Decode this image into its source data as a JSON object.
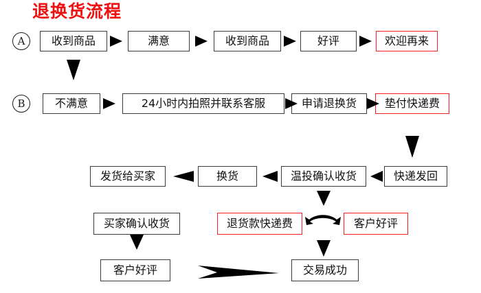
{
  "diagram": {
    "title": "退换货流程",
    "title_color": "#ee1111",
    "row_labels": [
      {
        "id": "row-a",
        "label": "A"
      },
      {
        "id": "row-b",
        "label": "B"
      }
    ],
    "nodes": [
      {
        "id": "a1",
        "label": "收到商品",
        "style": "black"
      },
      {
        "id": "a2",
        "label": "满意",
        "style": "black"
      },
      {
        "id": "a3",
        "label": "收到商品",
        "style": "black"
      },
      {
        "id": "a4",
        "label": "好评",
        "style": "black"
      },
      {
        "id": "a5",
        "label": "欢迎再来",
        "style": "red"
      },
      {
        "id": "b1",
        "label": "不满意",
        "style": "black"
      },
      {
        "id": "b2",
        "label": "24小时内拍照并联系客服",
        "style": "black"
      },
      {
        "id": "b3",
        "label": "申请退换货",
        "style": "black"
      },
      {
        "id": "b4",
        "label": "垫付快递费",
        "style": "red"
      },
      {
        "id": "c1",
        "label": "发货给买家",
        "style": "black"
      },
      {
        "id": "c2",
        "label": "换货",
        "style": "black"
      },
      {
        "id": "c3",
        "label": "温投确认收货",
        "style": "black"
      },
      {
        "id": "c4",
        "label": "快递发回",
        "style": "black"
      },
      {
        "id": "d1",
        "label": "买家确认收货",
        "style": "black"
      },
      {
        "id": "d2",
        "label": "退货款快递费",
        "style": "red"
      },
      {
        "id": "d3",
        "label": "客户好评",
        "style": "red"
      },
      {
        "id": "e1",
        "label": "客户好评",
        "style": "black"
      },
      {
        "id": "e2",
        "label": "交易成功",
        "style": "black"
      }
    ],
    "connectors": [
      {
        "id": "a1-a2",
        "kind": "arrow-right"
      },
      {
        "id": "a2-a3",
        "kind": "arrow-right"
      },
      {
        "id": "a3-a4",
        "kind": "arrow-right"
      },
      {
        "id": "a4-a5",
        "kind": "arrow-right"
      },
      {
        "id": "a1-b1",
        "kind": "arrow-down"
      },
      {
        "id": "b1-b2",
        "kind": "arrow-right"
      },
      {
        "id": "b2-b3",
        "kind": "arrow-right"
      },
      {
        "id": "b3-b4",
        "kind": "arrow-right"
      },
      {
        "id": "b4-c4",
        "kind": "arrow-down"
      },
      {
        "id": "c4-c3",
        "kind": "arrow-left"
      },
      {
        "id": "c3-c2",
        "kind": "arrow-left"
      },
      {
        "id": "c2-c1",
        "kind": "arrow-left"
      },
      {
        "id": "c3-mid",
        "kind": "arrow-down"
      },
      {
        "id": "d2-d3",
        "kind": "double-curve"
      },
      {
        "id": "mid-e2",
        "kind": "arrow-down"
      },
      {
        "id": "d1-e1",
        "kind": "arrow-down"
      },
      {
        "id": "e1-e2",
        "kind": "arrow-long-right"
      }
    ]
  }
}
